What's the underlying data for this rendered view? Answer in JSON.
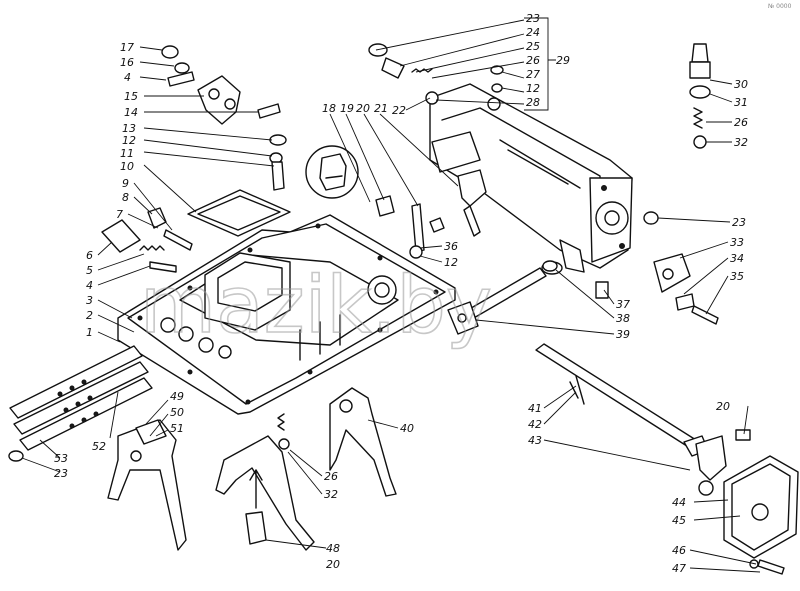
{
  "watermark": "mazik.by",
  "corner_mark": "№ 0000",
  "labels": {
    "l17": "17",
    "l16": "16",
    "l4a": "4",
    "l15": "15",
    "l14": "14",
    "l13": "13",
    "l12a": "12",
    "l11": "11",
    "l10": "10",
    "l9": "9",
    "l8": "8",
    "l7": "7",
    "l6": "6",
    "l5": "5",
    "l4b": "4",
    "l3": "3",
    "l2": "2",
    "l1": "1",
    "l18": "18",
    "l19": "19",
    "l20a": "20",
    "l21": "21",
    "l22": "22",
    "l23a": "23",
    "l24": "24",
    "l25": "25",
    "l26a": "26",
    "l27": "27",
    "l12b": "12",
    "l28": "28",
    "l29": "29",
    "l30": "30",
    "l31": "31",
    "l26b": "26",
    "l32a": "32",
    "l23b": "23",
    "l33": "33",
    "l34": "34",
    "l35": "35",
    "l36": "36",
    "l12c": "12",
    "l37": "37",
    "l38": "38",
    "l39": "39",
    "l20b": "20",
    "l41": "41",
    "l42": "42",
    "l43": "43",
    "l44": "44",
    "l45": "45",
    "l46": "46",
    "l47": "47",
    "l49": "49",
    "l50": "50",
    "l51": "51",
    "l52": "52",
    "l53": "53",
    "l23c": "23",
    "l40": "40",
    "l26c": "26",
    "l32b": "32",
    "l48": "48",
    "l20c": "20"
  }
}
